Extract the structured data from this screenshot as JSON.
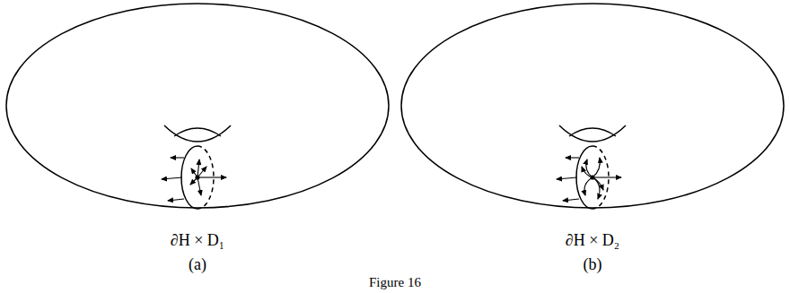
{
  "diagram": {
    "caption": "Figure 16",
    "labels": [
      "∂H × D₁",
      "(a)",
      "∂H × D₂",
      "(b)"
    ]
  }
}
